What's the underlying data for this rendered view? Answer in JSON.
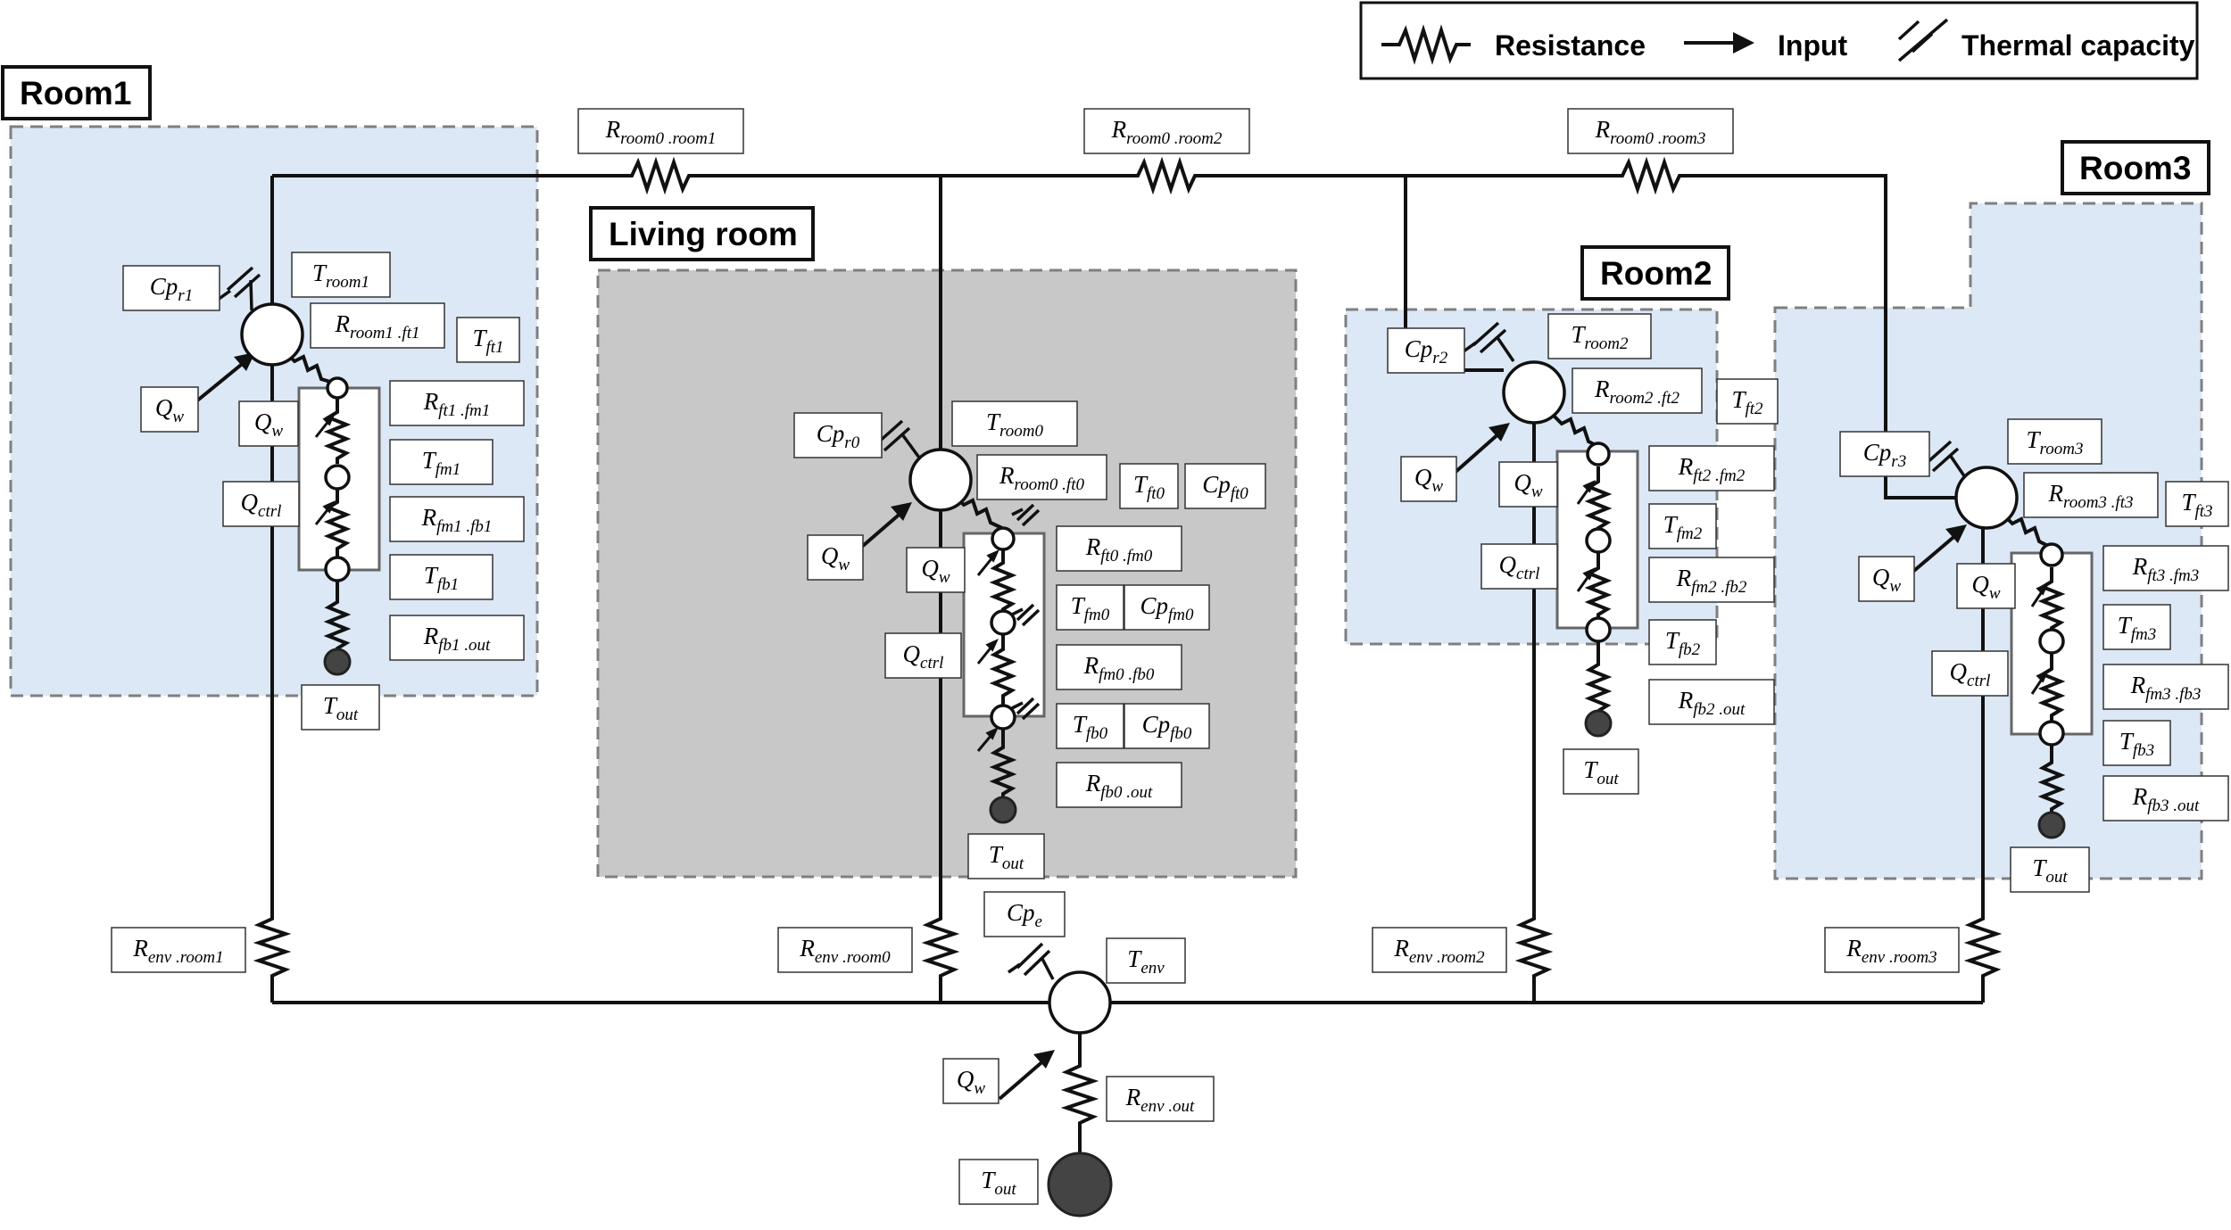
{
  "legend": {
    "resistance": "Resistance",
    "input": "Input",
    "thermal_capacity": "Thermal capacity"
  },
  "zones": {
    "room1": "Room1",
    "living_room": "Living room",
    "room2": "Room2",
    "room3": "Room3"
  },
  "colors": {
    "room_fill": "#dce8f5",
    "living_fill": "#c8c8c8",
    "zone_border": "#7f7f7f",
    "ground_node": "#444444"
  },
  "labels": {
    "r_room0_room1": {
      "main": "R",
      "sub": "room0 .room1"
    },
    "r_room0_room2": {
      "main": "R",
      "sub": "room0 .room2"
    },
    "r_room0_room3": {
      "main": "R",
      "sub": "room0 .room3"
    },
    "cp_r1": {
      "main": "Cp",
      "sub": "r1"
    },
    "t_room1": {
      "main": "T",
      "sub": "room1"
    },
    "r_room1_ft1": {
      "main": "R",
      "sub": "room1 .ft1"
    },
    "t_ft1": {
      "main": "T",
      "sub": "ft1"
    },
    "qw_1": {
      "main": "Q",
      "sub": "w"
    },
    "qw_1b": {
      "main": "Q",
      "sub": "w"
    },
    "r_ft1_fm1": {
      "main": "R",
      "sub": "ft1 .fm1"
    },
    "t_fm1": {
      "main": "T",
      "sub": "fm1"
    },
    "qctrl_1": {
      "main": "Q",
      "sub": "ctrl"
    },
    "r_fm1_fb1": {
      "main": "R",
      "sub": "fm1 .fb1"
    },
    "t_fb1": {
      "main": "T",
      "sub": "fb1"
    },
    "r_fb1_out": {
      "main": "R",
      "sub": "fb1 .out"
    },
    "tout_1": {
      "main": "T",
      "sub": "out"
    },
    "cp_r0": {
      "main": "Cp",
      "sub": "r0"
    },
    "t_room0": {
      "main": "T",
      "sub": "room0"
    },
    "r_room0_ft0": {
      "main": "R",
      "sub": "room0 .ft0"
    },
    "t_ft0": {
      "main": "T",
      "sub": "ft0"
    },
    "cp_ft0": {
      "main": "Cp",
      "sub": "ft0"
    },
    "qw_0": {
      "main": "Q",
      "sub": "w"
    },
    "qw_0b": {
      "main": "Q",
      "sub": "w"
    },
    "r_ft0_fm0": {
      "main": "R",
      "sub": "ft0 .fm0"
    },
    "t_fm0": {
      "main": "T",
      "sub": "fm0"
    },
    "cp_fm0": {
      "main": "Cp",
      "sub": "fm0"
    },
    "qctrl_0": {
      "main": "Q",
      "sub": "ctrl"
    },
    "r_fm0_fb0": {
      "main": "R",
      "sub": "fm0 .fb0"
    },
    "t_fb0": {
      "main": "T",
      "sub": "fb0"
    },
    "cp_fb0": {
      "main": "Cp",
      "sub": "fb0"
    },
    "r_fb0_out": {
      "main": "R",
      "sub": "fb0 .out"
    },
    "tout_0": {
      "main": "T",
      "sub": "out"
    },
    "cp_r2": {
      "main": "Cp",
      "sub": "r2"
    },
    "t_room2": {
      "main": "T",
      "sub": "room2"
    },
    "r_room2_ft2": {
      "main": "R",
      "sub": "room2 .ft2"
    },
    "t_ft2": {
      "main": "T",
      "sub": "ft2"
    },
    "qw_2": {
      "main": "Q",
      "sub": "w"
    },
    "qw_2b": {
      "main": "Q",
      "sub": "w"
    },
    "r_ft2_fm2": {
      "main": "R",
      "sub": "ft2 .fm2"
    },
    "t_fm2": {
      "main": "T",
      "sub": "fm2"
    },
    "qctrl_2": {
      "main": "Q",
      "sub": "ctrl"
    },
    "r_fm2_fb2": {
      "main": "R",
      "sub": "fm2 .fb2"
    },
    "t_fb2": {
      "main": "T",
      "sub": "fb2"
    },
    "r_fb2_out": {
      "main": "R",
      "sub": "fb2 .out"
    },
    "tout_2": {
      "main": "T",
      "sub": "out"
    },
    "cp_r3": {
      "main": "Cp",
      "sub": "r3"
    },
    "t_room3": {
      "main": "T",
      "sub": "room3"
    },
    "r_room3_ft3": {
      "main": "R",
      "sub": "room3 .ft3"
    },
    "t_ft3": {
      "main": "T",
      "sub": "ft3"
    },
    "qw_3": {
      "main": "Q",
      "sub": "w"
    },
    "qw_3b": {
      "main": "Q",
      "sub": "w"
    },
    "r_ft3_fm3": {
      "main": "R",
      "sub": "ft3 .fm3"
    },
    "t_fm3": {
      "main": "T",
      "sub": "fm3"
    },
    "qctrl_3": {
      "main": "Q",
      "sub": "ctrl"
    },
    "r_fm3_fb3": {
      "main": "R",
      "sub": "fm3 .fb3"
    },
    "t_fb3": {
      "main": "T",
      "sub": "fb3"
    },
    "r_fb3_out": {
      "main": "R",
      "sub": "fb3 .out"
    },
    "tout_3": {
      "main": "T",
      "sub": "out"
    },
    "r_env_room1": {
      "main": "R",
      "sub": "env .room1"
    },
    "r_env_room0": {
      "main": "R",
      "sub": "env .room0"
    },
    "r_env_room2": {
      "main": "R",
      "sub": "env .room2"
    },
    "r_env_room3": {
      "main": "R",
      "sub": "env .room3"
    },
    "cp_e": {
      "main": "Cp",
      "sub": "e"
    },
    "t_env": {
      "main": "T",
      "sub": "env"
    },
    "qw_env": {
      "main": "Q",
      "sub": "w"
    },
    "r_env_out": {
      "main": "R",
      "sub": "env .out"
    },
    "tout_env": {
      "main": "T",
      "sub": "out"
    }
  }
}
